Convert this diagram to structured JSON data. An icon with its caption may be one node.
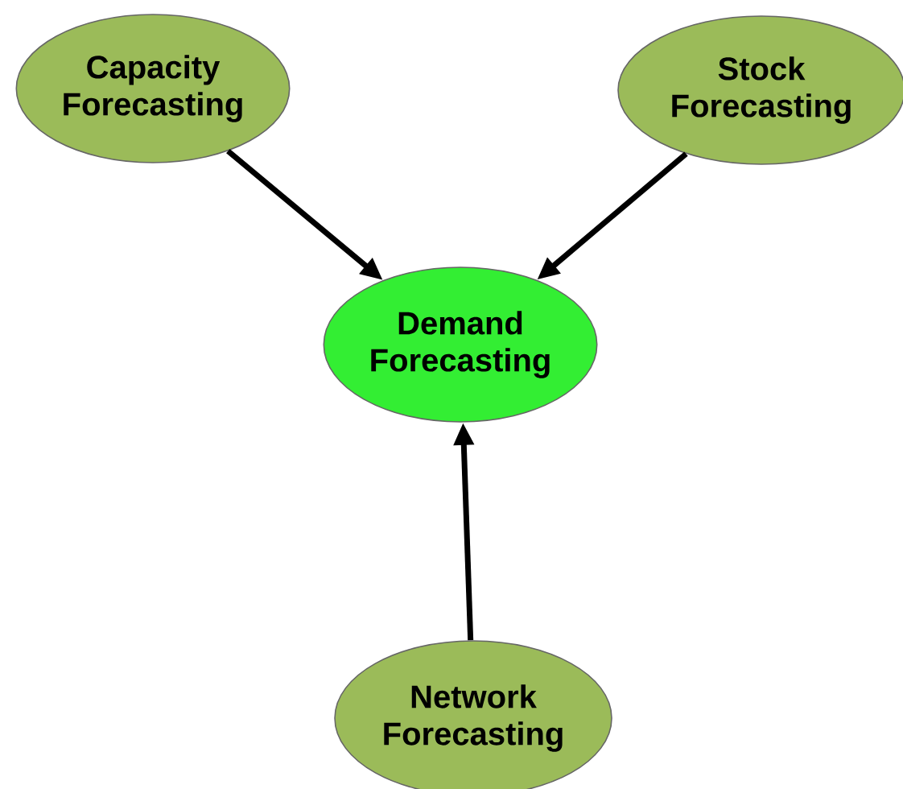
{
  "diagram": {
    "nodes": [
      {
        "text": [
          "Capacity Forecasting"
        ]
      },
      {
        "text": [
          "Stock Forecasting"
        ]
      },
      {
        "text": [
          "Demand Forecasting"
        ]
      },
      {
        "text": [
          "Network Forecasting"
        ]
      }
    ],
    "edges": [
      {
        "from": 0,
        "to": 2,
        "arrow": "to"
      },
      {
        "from": 1,
        "to": 2,
        "arrow": "to"
      },
      {
        "from": 3,
        "to": 2,
        "arrow": "to"
      }
    ]
  }
}
